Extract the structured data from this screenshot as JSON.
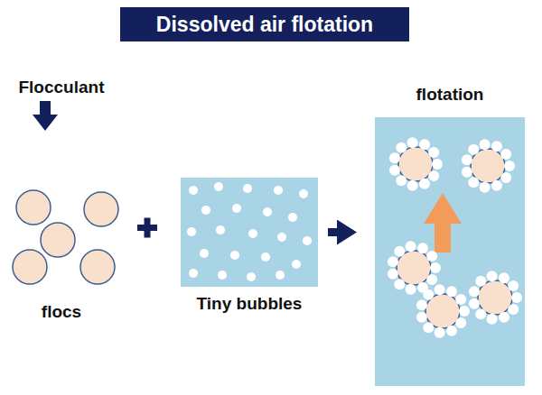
{
  "diagram": {
    "title": "Dissolved air flotation",
    "nodes": [
      {
        "text": [
          "Tiny bubbles"
        ]
      },
      {
        "text": [
          "flotation"
        ]
      }
    ],
    "edges": [
      {
        "from": 0,
        "to": 1,
        "arrow": "to"
      }
    ],
    "labels": [
      "Flocculant",
      "flocs"
    ]
  }
}
